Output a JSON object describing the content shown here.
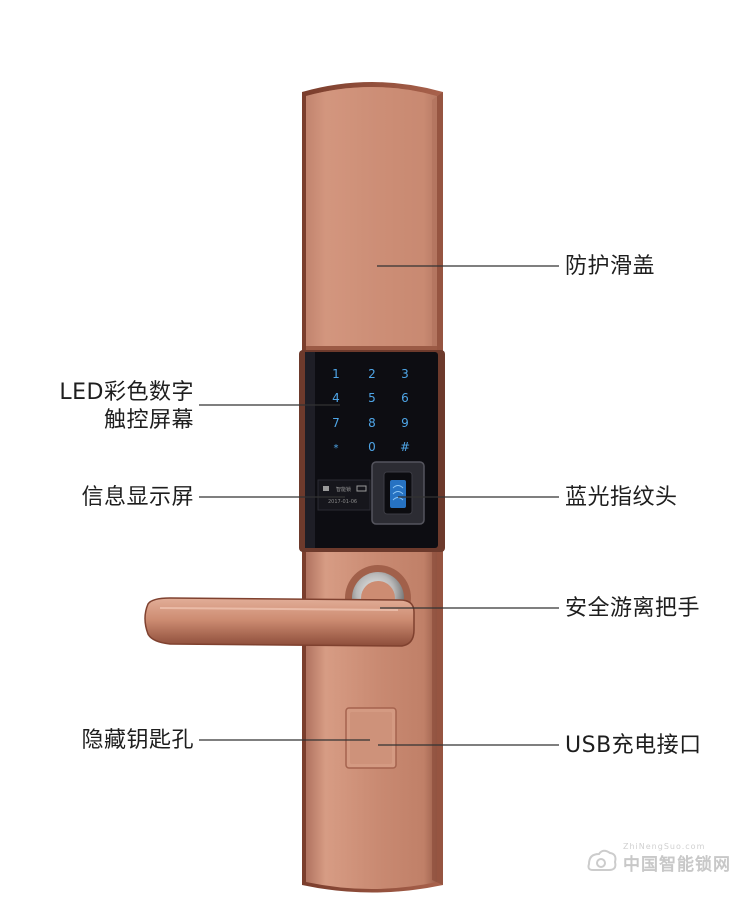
{
  "callouts": {
    "sliding_cover": "防护滑盖",
    "led_keypad_line1": "LED彩色数字",
    "led_keypad_line2": "触控屏幕",
    "info_display": "信息显示屏",
    "fingerprint_head": "蓝光指纹头",
    "safety_handle": "安全游离把手",
    "hidden_keyhole": "隐藏钥匙孔",
    "usb_port": "USB充电接口"
  },
  "keypad": {
    "keys": [
      "1",
      "2",
      "3",
      "4",
      "5",
      "6",
      "7",
      "8",
      "9",
      "*",
      "0",
      "#"
    ]
  },
  "display_screen": {
    "line1": "智能锁",
    "line2": "2017-01-06"
  },
  "watermark": {
    "text": "中国智能锁网",
    "sub": "ZhiNengSuo.com"
  },
  "colors": {
    "lock_body": "#c98a72",
    "lock_edge": "#8a4a38",
    "keypad_panel": "#0d0d12",
    "key_glow": "#4fa6e8",
    "callout_line": "#333333"
  }
}
